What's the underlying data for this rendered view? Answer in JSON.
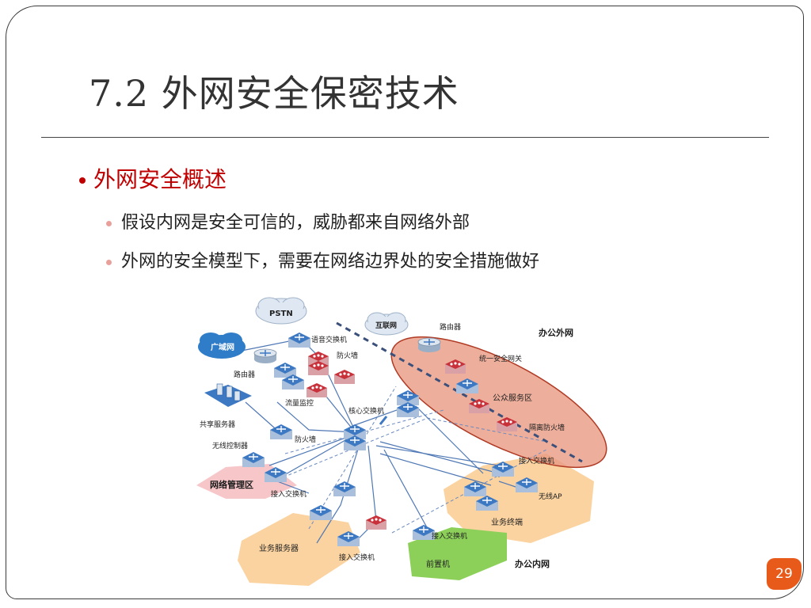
{
  "slide": {
    "title_number": "7.2",
    "title_text": "外网安全保密技术",
    "heading": "外网安全概述",
    "points": [
      "假设内网是安全可信的，威胁都来自网络外部",
      "外网的安全模型下，需要在网络边界处的安全措施做好"
    ],
    "page_number": "29"
  },
  "diagram": {
    "labels": {
      "pstn": "PSTN",
      "internet": "互联网",
      "wan": "广域网",
      "voice_switch": "语音交换机",
      "firewall_top": "防火墙",
      "router_left": "路由器",
      "traffic_monitor": "流量监控",
      "core_switch": "核心交换机",
      "shared_server": "共享服务器",
      "firewall_mid": "防火墙",
      "wireless_controller": "无线控制器",
      "net_mgmt_zone": "网络管理区",
      "access_switch_mgmt": "接入交换机",
      "router_office": "路由器",
      "office_external": "办公外网",
      "utm_gateway": "统一安全网关",
      "public_service_zone": "公众服务区",
      "isolation_firewall": "隔离防火墙",
      "access_switch_right": "接入交换机",
      "wireless_ap": "无线AP",
      "business_terminal": "业务终端",
      "access_switch_front": "接入交换机",
      "front_machine": "前置机",
      "business_server": "业务服务器",
      "access_switch_bottom": "接入交换机",
      "office_internal": "办公内网"
    },
    "colors": {
      "zone_orange": "#fbd3a0",
      "zone_pink": "#f7c6c9",
      "zone_green": "#8cd05a",
      "ellipse_fill": "#e89a82",
      "ellipse_stroke": "#b03a24",
      "cloud": "#dfe8f2",
      "cloud_blue": "#2f7cc8",
      "device_blue": "#3d78c2",
      "device_red": "#c8303a",
      "link": "#4f78b5",
      "accent": "#c00000",
      "badge": "#e85a1a"
    }
  }
}
